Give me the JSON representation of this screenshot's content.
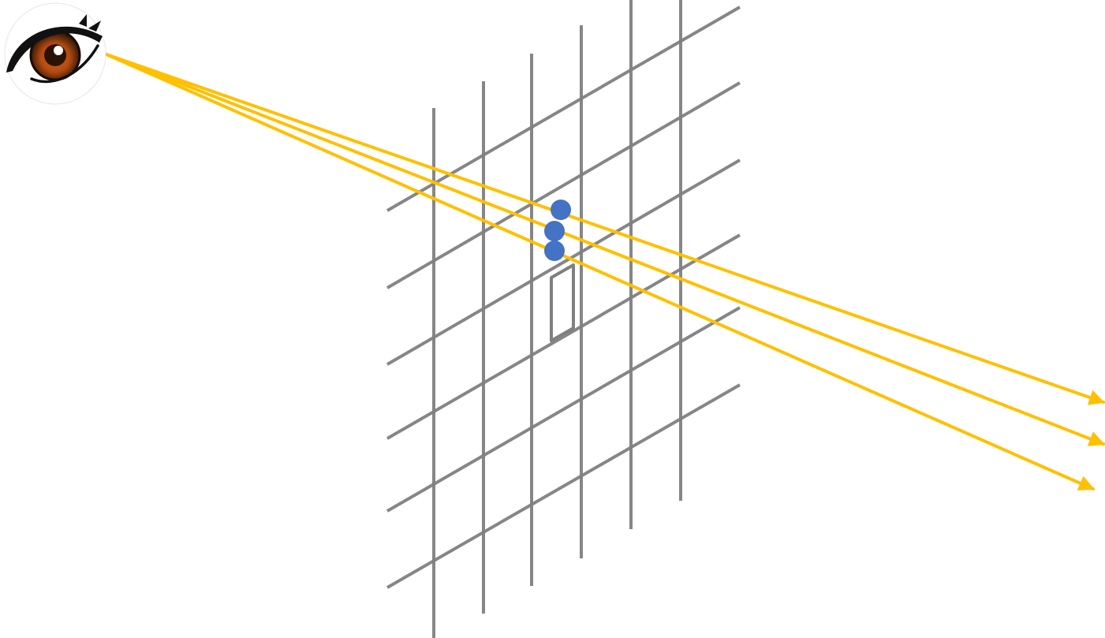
{
  "diagram": {
    "icons": {
      "viewer": "eye-icon"
    },
    "grid": {
      "vertical_line_count": 6,
      "diagonal_line_count": 6,
      "has_rectangle_cell": true
    },
    "rays": {
      "count": 3,
      "arrowheads": true
    },
    "sample_points": {
      "count": 3
    },
    "colors": {
      "grid_line": "#808080",
      "ray": "#FFC000",
      "sample_point": "#4472C4",
      "eye_iris_outer": "#5a2a0a",
      "eye_iris_inner": "#c8500f",
      "eye_outline": "#111111"
    }
  }
}
